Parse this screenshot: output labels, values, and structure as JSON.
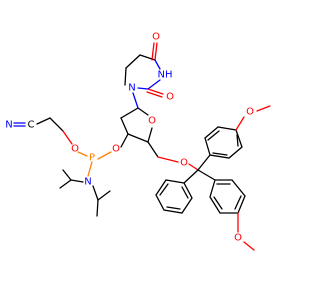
{
  "structure": {
    "colors": {
      "carbon": "#000000",
      "nitrogen": "#0000ff",
      "oxygen": "#ff0000",
      "phosphorus": "#ff8000"
    },
    "labels": {
      "nitrile_N": "N",
      "nitrile_C": "C",
      "phosphite_O": "O",
      "phosphorus": "P",
      "amine_N": "N",
      "ester_O": "O",
      "ring_O": "O",
      "ether_O": "O",
      "uracil_N1": "N",
      "uracil_N3": "NH",
      "carbonyl_O4": "O",
      "carbonyl_O2": "O",
      "methoxy_O_top": "O",
      "methoxy_O_bottom": "O"
    }
  }
}
